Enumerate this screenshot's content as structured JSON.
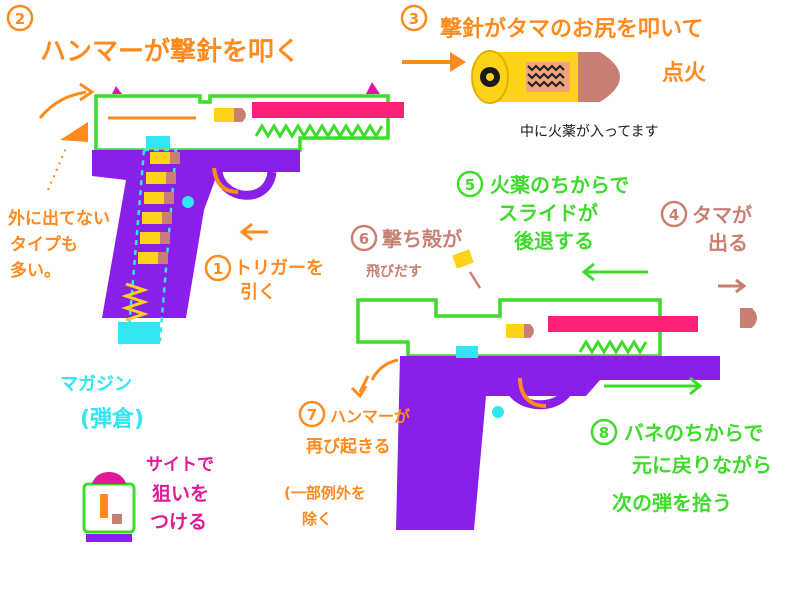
{
  "colors": {
    "orange": "#ff8a1e",
    "green": "#3ddc2a",
    "purple": "#8a1fe8",
    "cyan": "#2fe6f2",
    "pink": "#ff1e78",
    "magenta": "#e0199a",
    "yellow": "#ffd21a",
    "brown": "#c97f73",
    "dark": "#1a1a1a"
  },
  "steps": {
    "s1": {
      "num": "1",
      "line1": "トリガーを",
      "line2": "引く"
    },
    "s2": {
      "num": "2",
      "line1": "ハンマーが撃針を叩く"
    },
    "s3": {
      "num": "3",
      "line1": "撃針がタマのお尻を叩いて",
      "line2": "点火"
    },
    "s3note": "中に火薬が入ってます",
    "s4": {
      "num": "4",
      "line1": "タマが",
      "line2": "出る"
    },
    "s5": {
      "num": "5",
      "line1": "火薬のちからで",
      "line2": "スライドが",
      "line3": "後退する"
    },
    "s6": {
      "num": "6",
      "line1": "撃ち殻が",
      "line2": "飛びだす"
    },
    "s7": {
      "num": "7",
      "line1": "ハンマーが",
      "line2": "再び起きる"
    },
    "s7note": {
      "line1": "(一部例外を",
      "line2": "除く"
    },
    "s8": {
      "num": "8",
      "line1": "バネのちからで",
      "line2": "元に戻りながら",
      "line3": "次の弾を拾う"
    }
  },
  "notes": {
    "hidden_hammer": {
      "line1": "外に出てない",
      "line2": "タイプも",
      "line3": "多い。"
    },
    "magazine": {
      "line1": "マガジン",
      "line2": "(弾倉)"
    },
    "sight": {
      "line1": "サイトで",
      "line2": "狙いを",
      "line3": "つける"
    }
  }
}
